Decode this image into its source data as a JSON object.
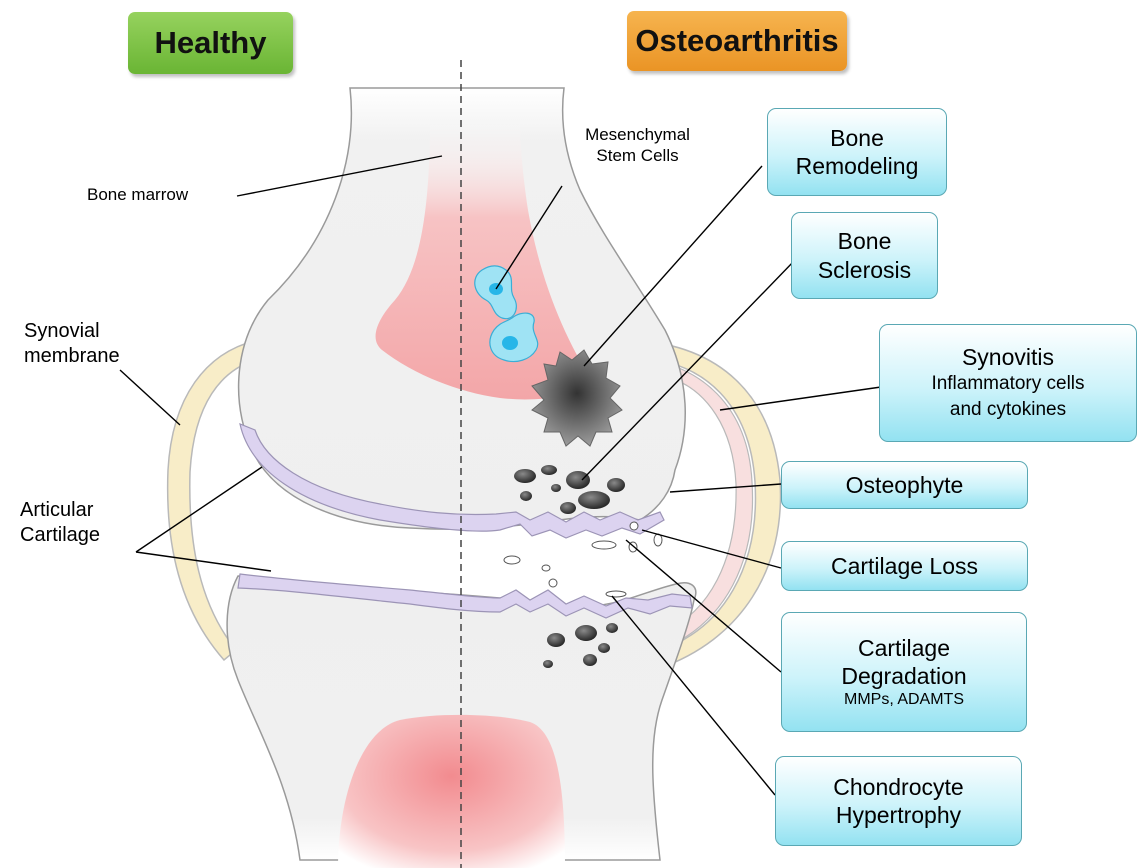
{
  "headers": {
    "healthy": "Healthy",
    "osteoarthritis": "Osteoarthritis"
  },
  "labels": {
    "bone_marrow": "Bone marrow",
    "mesenchymal_line1": "Mesenchymal",
    "mesenchymal_line2": "Stem Cells",
    "synovial_line1": "Synovial",
    "synovial_line2": "membrane",
    "articular_line1": "Articular",
    "articular_line2": "Cartilage"
  },
  "boxes": {
    "bone_remodeling": {
      "line1": "Bone",
      "line2": "Remodeling"
    },
    "bone_sclerosis": {
      "line1": "Bone",
      "line2": "Sclerosis"
    },
    "synovitis": {
      "title": "Synovitis",
      "line2": "Inflammatory cells",
      "line3": "and cytokines"
    },
    "osteophyte": {
      "title": "Osteophyte"
    },
    "cartilage_loss": {
      "title": "Cartilage Loss"
    },
    "cartilage_degradation": {
      "line1": "Cartilage",
      "line2": "Degradation",
      "line3": "MMPs, ADAMTS"
    },
    "chondrocyte_hypertrophy": {
      "line1": "Chondrocyte",
      "line2": "Hypertrophy"
    }
  },
  "colors": {
    "healthy_header": "#7dc142",
    "osteoarthritis_header": "#f0a132",
    "bone_fill": "#f0f0f0",
    "marrow": "#f5a0a3",
    "cartilage": "#dcd3f0",
    "synovium": "#f8ecc6",
    "stem_cell": "#7fd6ef"
  }
}
